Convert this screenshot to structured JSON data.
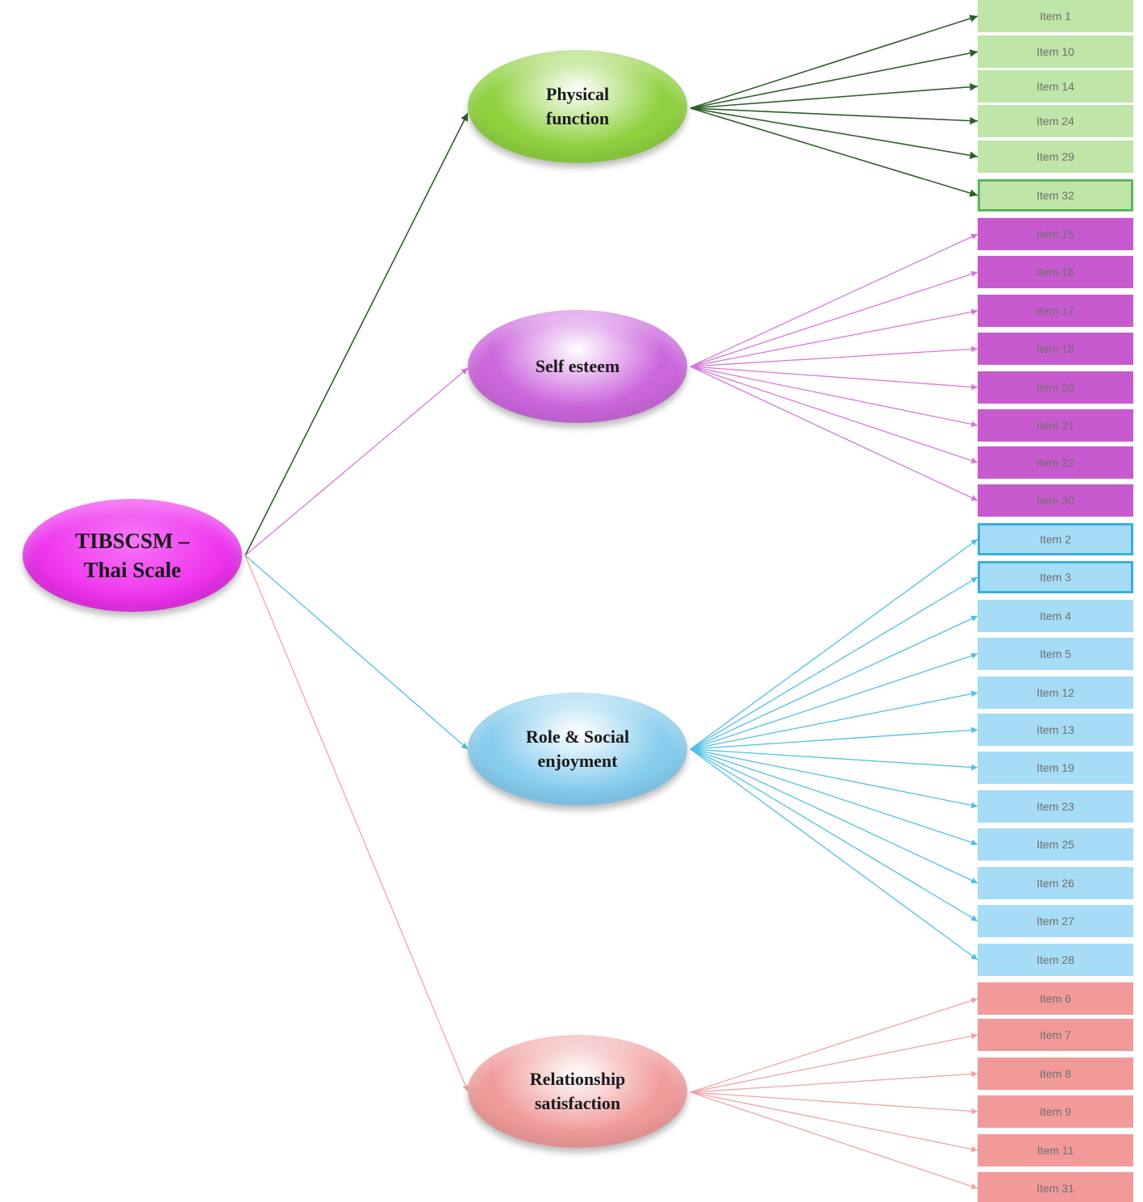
{
  "colors": {
    "root": "#ee33ee",
    "physical": "#8fd13f",
    "self_esteem": "#cc66dd",
    "role_social": "#87cdee",
    "relationship": "#f19b9b",
    "arrow_physical": "#2e5e2a",
    "arrow_self_esteem": "#d777db",
    "arrow_role_social": "#4fbfe8",
    "arrow_relationship": "#f2a3a8",
    "item_physical": "#bfe5a8",
    "item_self_esteem": "#c85ad0",
    "item_role_social": "#a6dcf5",
    "item_relationship": "#f29a9a"
  },
  "root": {
    "label": "TIBSCSM –\nThai Scale"
  },
  "factors": [
    {
      "key": "physical",
      "label": "Physical\nfunction",
      "items": [
        "Item 1",
        "Item 10",
        "Item 14",
        "Item 24",
        "Item 29",
        "Item 32"
      ]
    },
    {
      "key": "self_esteem",
      "label": "Self esteem",
      "items": [
        "Item 15",
        "Item 16",
        "Item 17",
        "Item 18",
        "Item 20",
        "Item 21",
        "Item 22",
        "Item 30"
      ]
    },
    {
      "key": "role_social",
      "label": "Role & Social\nenjoyment",
      "items": [
        "Item 2",
        "Item 3",
        "Item 4",
        "Item 5",
        "Item 12",
        "Item 13",
        "Item 19",
        "Item 23",
        "Item 25",
        "Item 26",
        "Item 27",
        "Item 28"
      ]
    },
    {
      "key": "relationship",
      "label": "Relationship\nsatisfaction",
      "items": [
        "Item 6",
        "Item 7",
        "Item 8",
        "Item 9",
        "Item 11",
        "Item 31"
      ]
    }
  ]
}
